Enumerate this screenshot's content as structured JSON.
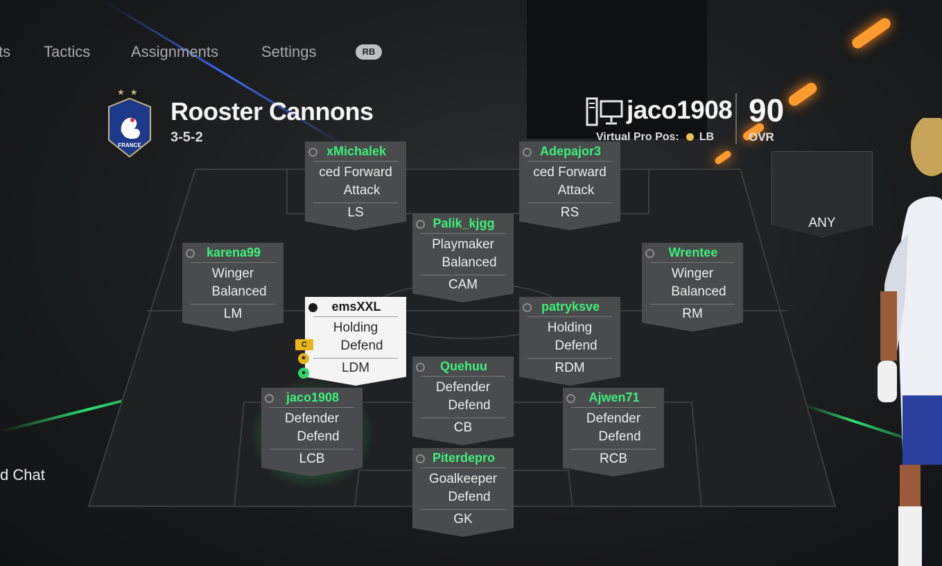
{
  "nav": {
    "tabs": [
      "ts",
      "Tactics",
      "Assignments",
      "Settings"
    ],
    "rb_label": "RB"
  },
  "team": {
    "name": "Rooster Cannons",
    "formation": "3-5-2",
    "crest_text": "FRANCE"
  },
  "profile": {
    "username": "jaco1908",
    "virtual_pro_label": "Virtual Pro Pos:",
    "virtual_pro_pos": "LB",
    "ovr_value": "90",
    "ovr_label": "OVR"
  },
  "slot_any": "ANY",
  "chat_label": "d Chat",
  "captain_badge": "C",
  "players": [
    {
      "id": "ls",
      "name": "xMichalek",
      "role": "ced Forward",
      "focus": "Attack",
      "pos": "LS",
      "platform": "pad"
    },
    {
      "id": "rs",
      "name": "Adepajor3",
      "role": "ced Forward",
      "focus": "Attack",
      "pos": "RS",
      "platform": "pad"
    },
    {
      "id": "cam",
      "name": "Palik_kjgg",
      "role": "Playmaker",
      "focus": "Balanced",
      "pos": "CAM",
      "platform": "pad"
    },
    {
      "id": "lm",
      "name": "karena99",
      "role": "Winger",
      "focus": "Balanced",
      "pos": "LM",
      "platform": "pad"
    },
    {
      "id": "rm",
      "name": "Wrentee",
      "role": "Winger",
      "focus": "Balanced",
      "pos": "RM",
      "platform": "xbox"
    },
    {
      "id": "ldm",
      "name": "emsXXL",
      "role": "Holding",
      "focus": "Defend",
      "pos": "LDM",
      "platform": "xbox"
    },
    {
      "id": "rdm",
      "name": "patryksve",
      "role": "Holding",
      "focus": "Defend",
      "pos": "RDM",
      "platform": "pad"
    },
    {
      "id": "cb",
      "name": "Quehuu",
      "role": "Defender",
      "focus": "Defend",
      "pos": "CB",
      "platform": "pad"
    },
    {
      "id": "lcb",
      "name": "jaco1908",
      "role": "Defender",
      "focus": "Defend",
      "pos": "LCB",
      "platform": "pad"
    },
    {
      "id": "rcb",
      "name": "Ajwen71",
      "role": "Defender",
      "focus": "Defend",
      "pos": "RCB",
      "platform": "pad"
    },
    {
      "id": "gk",
      "name": "Piterdepro",
      "role": "Goalkeeper",
      "focus": "Defend",
      "pos": "GK",
      "platform": "xbox"
    }
  ],
  "colors": {
    "name_green": "#3df07a",
    "card_bg": "#4a4b4c",
    "selected_bg": "#f4f4f4",
    "accent_gold": "#e8b51a",
    "glow_green": "#2ee06e"
  }
}
